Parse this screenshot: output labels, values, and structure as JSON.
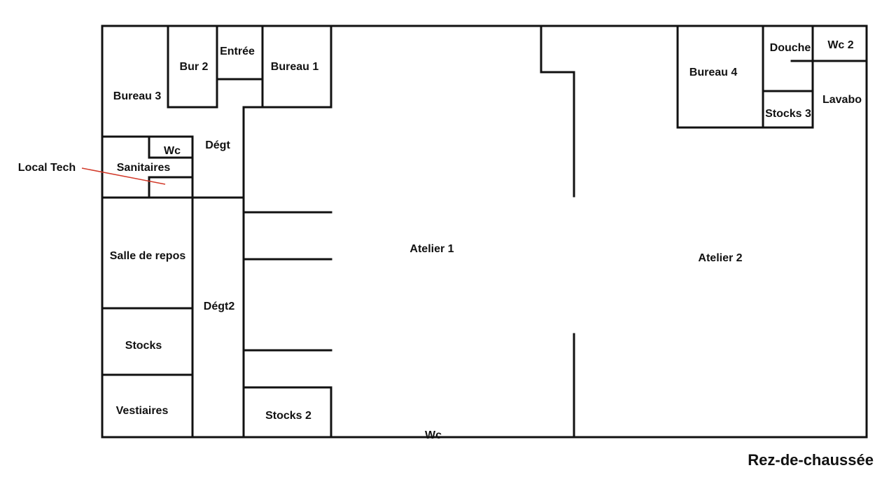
{
  "floor_title": "Rez-de-chaussée",
  "rooms": {
    "bureau_3": "Bureau 3",
    "bur_2": "Bur 2",
    "entree": "Entrée",
    "bureau_1": "Bureau 1",
    "degt": "Dégt",
    "wc": "Wc",
    "sanitaires": "Sanitaires",
    "local_tech": "Local Tech",
    "salle_de_repos": "Salle de repos",
    "degt2": "Dégt2",
    "stocks": "Stocks",
    "vestiaires": "Vestiaires",
    "stocks_2": "Stocks 2",
    "wc_bottom": "Wc",
    "atelier_1": "Atelier 1",
    "atelier_2": "Atelier 2",
    "bureau_4": "Bureau 4",
    "douche": "Douche",
    "wc_2": "Wc 2",
    "stocks_3": "Stocks 3",
    "lavabo": "Lavabo"
  },
  "colors": {
    "walls": "#111111",
    "leader_line": "#d23a2a",
    "background": "#ffffff"
  }
}
